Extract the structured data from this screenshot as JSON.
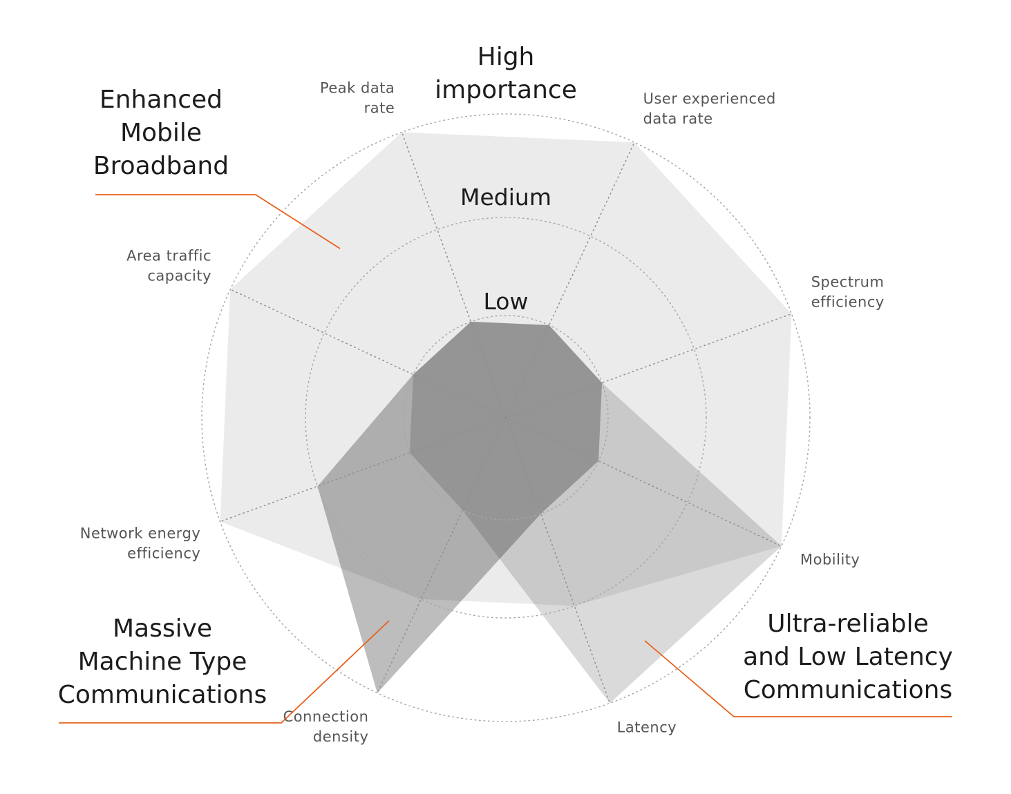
{
  "chart_data": {
    "type": "radar",
    "axes": [
      "Peak data rate",
      "User experienced data rate",
      "Spectrum efficiency",
      "Mobility",
      "Latency",
      "Connection density",
      "Network energy efficiency",
      "Area traffic capacity"
    ],
    "axis_labels": [
      [
        "Peak data",
        "rate"
      ],
      [
        "User experienced",
        "data rate"
      ],
      [
        "Spectrum",
        "efficiency"
      ],
      [
        "Mobility"
      ],
      [
        "Latency"
      ],
      [
        "Connection",
        "density"
      ],
      [
        "Network energy",
        "efficiency"
      ],
      [
        "Area traffic",
        "capacity"
      ]
    ],
    "levels": [
      "Low",
      "Medium",
      "High importance"
    ],
    "level_label_lines": [
      [
        "Low"
      ],
      [
        "Medium"
      ],
      [
        "High",
        "importance"
      ]
    ],
    "scale": [
      0,
      3
    ],
    "series": [
      {
        "name": "Enhanced Mobile Broadband",
        "label_lines": [
          "Enhanced",
          "Mobile",
          "Broadband"
        ],
        "values": [
          3,
          3,
          3,
          3,
          2,
          2,
          3,
          3
        ],
        "color": "#ebebeb"
      },
      {
        "name": "Ultra-reliable and Low Latency Communications",
        "label_lines": [
          "Ultra-reliable",
          "and Low Latency",
          "Communications"
        ],
        "values": [
          1,
          1,
          1,
          3,
          3,
          1,
          1,
          1
        ],
        "color": "#dadada"
      },
      {
        "name": "Massive Machine Type Communications",
        "label_lines": [
          "Massive",
          "Machine Type",
          "Communications"
        ],
        "values": [
          1,
          1,
          1,
          1,
          1,
          3,
          2,
          1
        ],
        "color": "#bdbdbd"
      }
    ],
    "leader_color": "#e8601c"
  }
}
